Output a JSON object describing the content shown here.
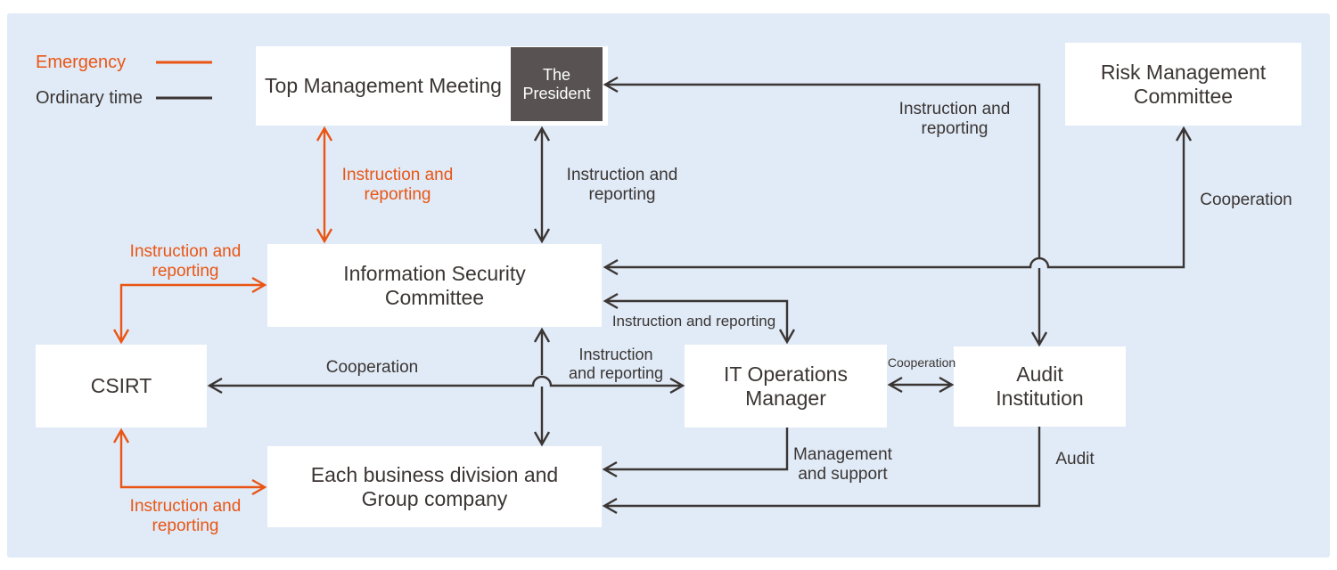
{
  "legend": {
    "emergency_label": "Emergency",
    "ordinary_label": "Ordinary time"
  },
  "colors": {
    "emergency": "#ea5514",
    "ordinary": "#3b3533",
    "panel_bg": "#e0ebf7",
    "president_bg": "#585352",
    "box_bg": "#ffffff",
    "box_text": "#3b3533"
  },
  "boxes": {
    "top_management": {
      "label": "Top Management Meeting"
    },
    "president": {
      "label": "The President"
    },
    "risk_committee": {
      "label": "Risk Management Committee"
    },
    "info_security": {
      "label": "Information Security Committee"
    },
    "csirt": {
      "label": "CSIRT"
    },
    "it_ops": {
      "label": "IT Operations Manager"
    },
    "audit": {
      "label": "Audit Institution"
    },
    "division": {
      "label": "Each business division and Group company"
    }
  },
  "arrow_labels": {
    "tmm_isc": "Instruction and reporting",
    "president_isc": "Instruction and reporting",
    "president_audit": "Instruction and reporting",
    "rmc_isc_cooperation": "Cooperation",
    "csirt_isc": "Instruction and reporting",
    "csirt_itops_cooperation": "Cooperation",
    "isc_itops": "Instruction and reporting",
    "isc_division": "Instruction and reporting",
    "itops_audit_cooperation": "Cooperation",
    "itops_division": "Management and support",
    "audit_division": "Audit",
    "csirt_division": "Instruction and reporting"
  }
}
